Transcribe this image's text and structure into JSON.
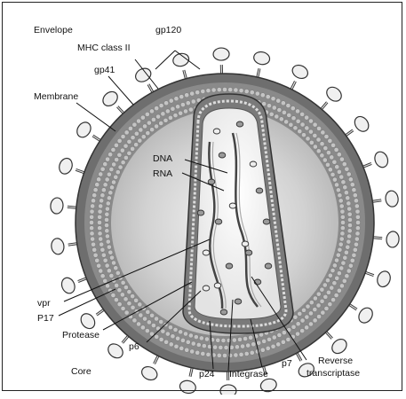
{
  "labels": {
    "envelope": "Envelope",
    "gp120": "gp120",
    "mhc": "MHC class II",
    "gp41": "gp41",
    "membrane": "Membrane",
    "dna": "DNA",
    "rna": "RNA",
    "vpr": "vpr",
    "p17": "P17",
    "protease": "Protease",
    "p6": "p6",
    "core": "Core",
    "p24": "p24",
    "integrase": "Integrase",
    "p7": "p7",
    "reverse_transcriptase_1": "Reverse",
    "reverse_transcriptase_2": "transcriptase"
  },
  "colors": {
    "outer_shell": "#6e6e6e",
    "bead": "#bdbdbd",
    "inner_fill": "#d9d9d9",
    "core_fill": "#f7f7f7",
    "stroke": "#333333"
  }
}
